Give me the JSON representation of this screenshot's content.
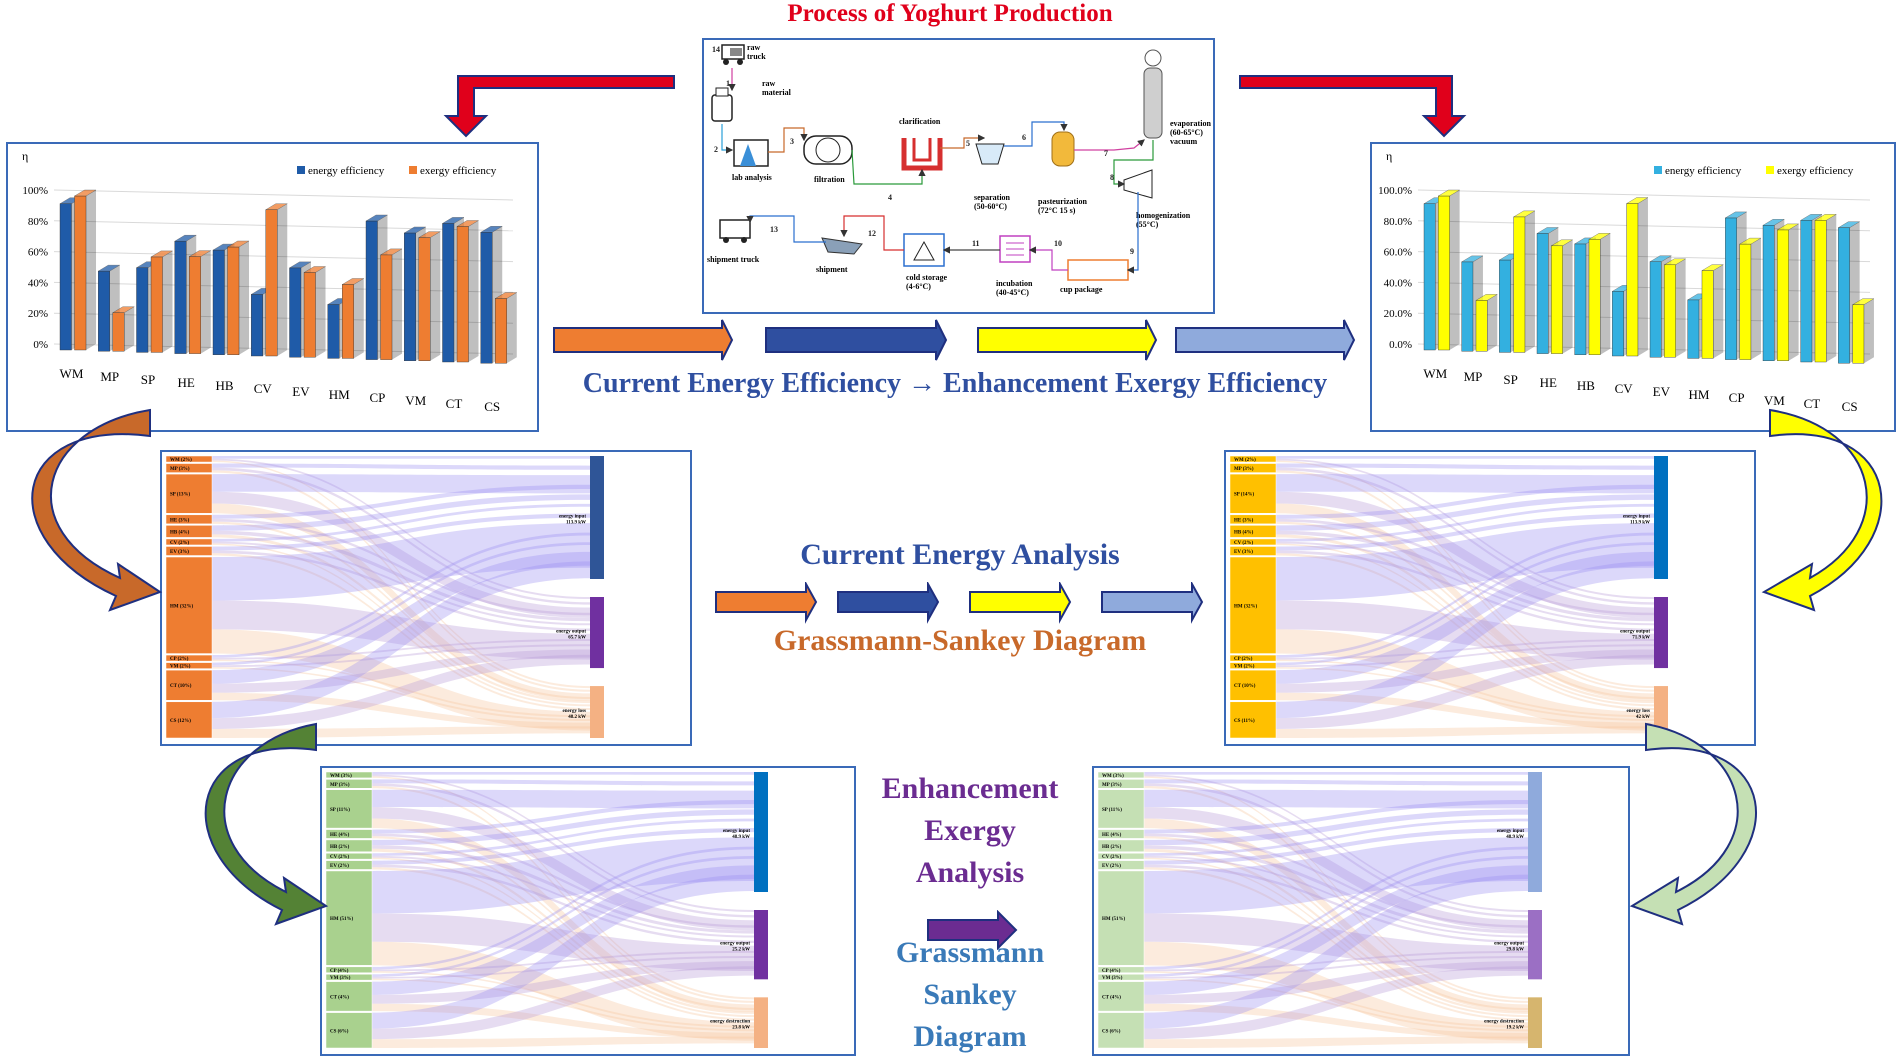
{
  "header": {
    "title": "Process of Yoghurt Production"
  },
  "process_labels": {
    "raw_truck": "raw\ntruck",
    "raw_material": "raw\nmaterial",
    "lab_analysis": "lab analysis",
    "filtration": "filtration",
    "clarification": "clarification",
    "separation": "separation\n(50-60°C)",
    "pasteurization": "pasteurization\n(72°C 15 s)",
    "evaporation": "evaporation\n(60-65°C)\nvacuum",
    "homogenization": "homogenization\n(55°C)",
    "cup_package": "cup package",
    "incubation": "incubation\n(40-45°C)",
    "cold_storage": "cold storage\n(4-6°C)",
    "shipment": "shipment",
    "shipment_truck": "shipment truck",
    "step_numbers": [
      "1",
      "2",
      "3",
      "4",
      "5",
      "6",
      "7",
      "8",
      "9",
      "10",
      "11",
      "12",
      "13",
      "14"
    ]
  },
  "captions": {
    "efficiency": "Current Energy Efficiency → Enhancement Exergy Efficiency",
    "energy_analysis": "Current Energy Analysis",
    "gs_diagram": "Grassmann-Sankey Diagram",
    "enhancement": [
      "Enhancement",
      "Exergy",
      "Analysis"
    ],
    "gs_stacked": [
      "Grassmann",
      "Sankey",
      "Diagram"
    ]
  },
  "colors": {
    "title_red": "#e0001b",
    "caption_blue": "#2f4fa0",
    "caption_orange": "#c8692a",
    "caption_purple": "#6b2c91",
    "caption_steel": "#3a7ab8",
    "panel_border": "#3a6ab8"
  },
  "chart_data": [
    {
      "type": "bar",
      "ylabel": "η",
      "categories": [
        "WM",
        "MP",
        "SP",
        "HE",
        "HB",
        "CV",
        "EV",
        "HM",
        "CP",
        "VM",
        "CT",
        "CS"
      ],
      "yticks": [
        "0%",
        "20%",
        "40%",
        "60%",
        "80%",
        "100%"
      ],
      "ylim": [
        0,
        100
      ],
      "series": [
        {
          "name": "energy efficiency",
          "color": "#1f5ba8",
          "values": [
            95,
            52,
            55,
            73,
            68,
            40,
            58,
            35,
            90,
            83,
            90,
            85
          ]
        },
        {
          "name": "exergy efficiency",
          "color": "#ee7d31",
          "values": [
            100,
            25,
            62,
            63,
            70,
            95,
            55,
            48,
            68,
            80,
            88,
            42
          ]
        }
      ]
    },
    {
      "type": "bar",
      "ylabel": "η",
      "categories": [
        "WM",
        "MP",
        "SP",
        "HE",
        "HB",
        "CV",
        "EV",
        "HM",
        "CP",
        "VM",
        "CT",
        "CS"
      ],
      "yticks": [
        "0.0%",
        "20.0%",
        "40.0%",
        "60.0%",
        "80.0%",
        "100.0%"
      ],
      "ylim": [
        0,
        100
      ],
      "series": [
        {
          "name": "energy efficiency",
          "color": "#33b0e0",
          "values": [
            95,
            58,
            60,
            78,
            72,
            42,
            62,
            38,
            92,
            88,
            92,
            88
          ]
        },
        {
          "name": "exergy efficiency",
          "color": "#ffff00",
          "values": [
            100,
            33,
            88,
            70,
            75,
            99,
            60,
            57,
            75,
            85,
            92,
            38
          ]
        }
      ]
    }
  ],
  "sankeys": [
    {
      "node_color": "#ee7d31",
      "bar_colors": [
        "#2f5597",
        "#7030a0",
        "#f4b183"
      ],
      "nodes": [
        "WM (2%)",
        "MP (3%)",
        "SP (13%)",
        "HE (3%)",
        "HB (4%)",
        "CV (2%)",
        "EV (3%)",
        "HM (32%)",
        "CP (2%)",
        "VM (2%)",
        "CT (10%)",
        "CS (12%)"
      ],
      "targets": [
        "energy input\n113.9 kW",
        "energy output\n65.7 kW",
        "energy loss\n48.2 kW"
      ]
    },
    {
      "node_color": "#ffc000",
      "bar_colors": [
        "#0070c0",
        "#7030a0",
        "#f4b183"
      ],
      "nodes": [
        "WM (2%)",
        "MP (3%)",
        "SP (14%)",
        "HE (3%)",
        "HB (4%)",
        "CV (2%)",
        "EV (3%)",
        "HM (32%)",
        "CP (2%)",
        "VM (2%)",
        "CT (10%)",
        "CS (11%)"
      ],
      "targets": [
        "energy input\n113.9 kW",
        "energy output\n71.9 kW",
        "energy loss\n42 kW"
      ]
    },
    {
      "node_color": "#a9d18e",
      "bar_colors": [
        "#0070c0",
        "#7030a0",
        "#f4b183"
      ],
      "nodes": [
        "WM (3%)",
        "MP (3%)",
        "SP (11%)",
        "HE (4%)",
        "HB (2%)",
        "CV (2%)",
        "EV (2%)",
        "HM (51%)",
        "CP (4%)",
        "VM (3%)",
        "CT (4%)",
        "CS (6%)"
      ],
      "targets": [
        "energy input\n48.9 kW",
        "energy output\n25.2 kW",
        "energy destruction\n23.8 kW"
      ]
    },
    {
      "node_color": "#c5e0b4",
      "bar_colors": [
        "#8faadc",
        "#9b6fc4",
        "#d6b56e"
      ],
      "nodes": [
        "WM (3%)",
        "MP (3%)",
        "SP (11%)",
        "HE (4%)",
        "HB (2%)",
        "CV (2%)",
        "EV (2%)",
        "HM (51%)",
        "CP (4%)",
        "VM (3%)",
        "CT (4%)",
        "CS (6%)"
      ],
      "targets": [
        "energy input\n48.9 kW",
        "energy output\n29.8 kW",
        "energy destruction\n19.2 kW"
      ]
    }
  ]
}
